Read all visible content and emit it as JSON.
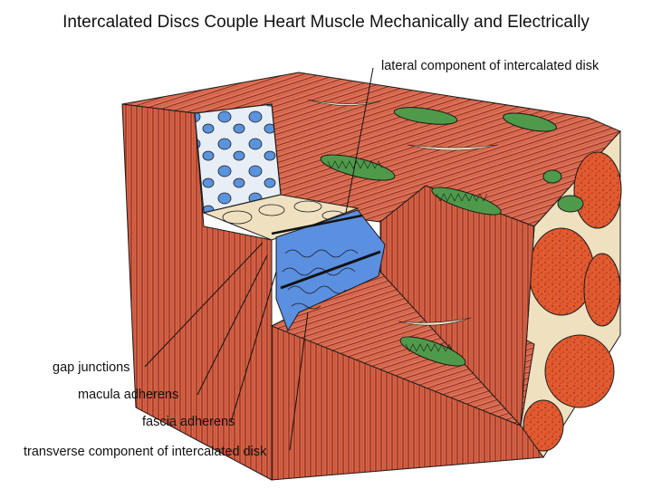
{
  "slide": {
    "title": "Intercalated Discs Couple Heart Muscle Mechanically and Electrically"
  },
  "labels": {
    "lateral": "lateral component of intercalated disk",
    "gap": "gap junctions",
    "macula": "macula adherens",
    "fascia": "fascia adherens",
    "transverse": "transverse component of intercalated disk"
  },
  "colors": {
    "muscle": "#d9674a",
    "muscle_dark": "#8c2a1a",
    "muscle_cross_section": "#e25a30",
    "mitochondria": "#4f9a4a",
    "cytoplasm": "#efe0c0",
    "disk_membrane": "#5b8fe0",
    "nucleus_blue": "#5a93de",
    "outline": "#1a1a1a"
  }
}
